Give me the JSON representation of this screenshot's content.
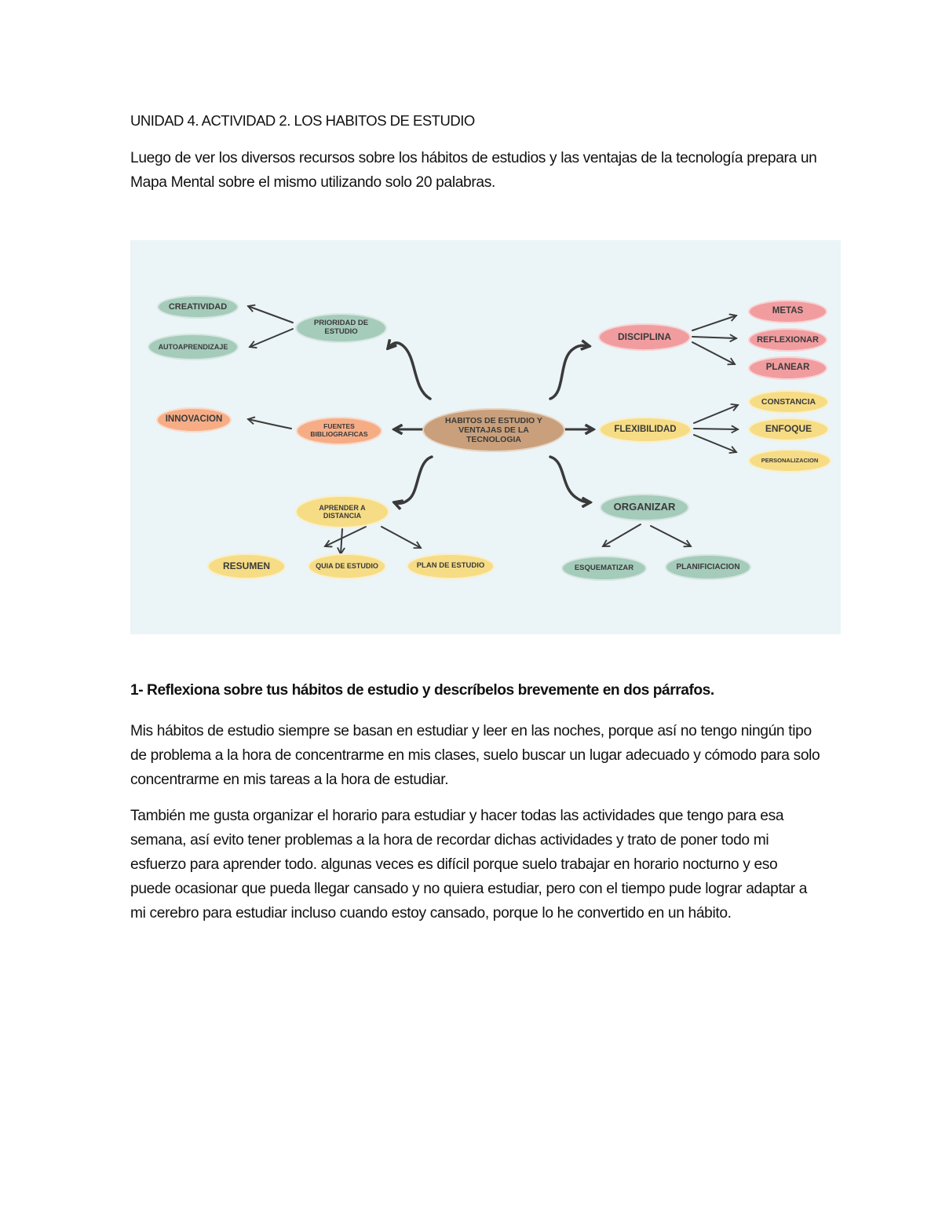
{
  "document": {
    "heading": "UNIDAD 4. ACTIVIDAD 2. LOS HABITOS DE ESTUDIO",
    "intro": "Luego de ver los diversos recursos sobre los hábitos de estudios y las ventajas de la tecnología prepara un Mapa Mental sobre el mismo utilizando solo 20 palabras.",
    "question": "1- Reflexiona sobre tus hábitos de estudio y descríbelos brevemente en dos párrafos.",
    "paragraphs": [
      "Mis hábitos de estudio siempre se basan en estudiar y leer en las noches, porque así no tengo ningún tipo de problema a la hora de concentrarme en mis clases, suelo buscar un lugar adecuado y cómodo para solo concentrarme en mis tareas a la hora de estudiar.",
      "También me gusta organizar el horario para estudiar y hacer todas las actividades que tengo para esa semana, así evito tener problemas a la hora de recordar dichas actividades y trato de poner todo mi esfuerzo para aprender todo. algunas veces es difícil porque suelo trabajar en horario nocturno y eso puede ocasionar que pueda llegar cansado y no quiera estudiar, pero con el tiempo pude lograr adaptar a mi cerebro para estudiar incluso cuando estoy cansado, porque lo he convertido en un hábito."
    ]
  },
  "mindmap": {
    "background": "#ebf4f6",
    "colors": {
      "green": "#a5cbbb",
      "pink": "#f19da0",
      "yellow": "#f6dc85",
      "orange": "#f6ad86",
      "brown": "#c9a07b",
      "arrow": "#3a3a3a"
    },
    "center": "HABITOS DE ESTUDIO Y VENTAJAS DE LA TECNOLOGIA",
    "branches": {
      "prioridad": {
        "label": "PRIORIDAD DE ESTUDIO",
        "children": [
          "CREATIVIDAD",
          "AUTOAPRENDIZAJE"
        ]
      },
      "fuentes": {
        "label": "FUENTES BIBLIOGRAFICAS",
        "children": [
          "INNOVACION"
        ]
      },
      "aprender": {
        "label": "APRENDER A DISTANCIA",
        "children": [
          "RESUMEN",
          "QUIA DE ESTUDIO",
          "PLAN DE ESTUDIO"
        ]
      },
      "disciplina": {
        "label": "DISCIPLINA",
        "children": [
          "METAS",
          "REFLEXIONAR",
          "PLANEAR"
        ]
      },
      "flexibilidad": {
        "label": "FLEXIBILIDAD",
        "children": [
          "CONSTANCIA",
          "ENFOQUE",
          "PERSONALIZACION"
        ]
      },
      "organizar": {
        "label": "ORGANIZAR",
        "children": [
          "ESQUEMATIZAR",
          "PLANIFICIACION"
        ]
      }
    }
  }
}
